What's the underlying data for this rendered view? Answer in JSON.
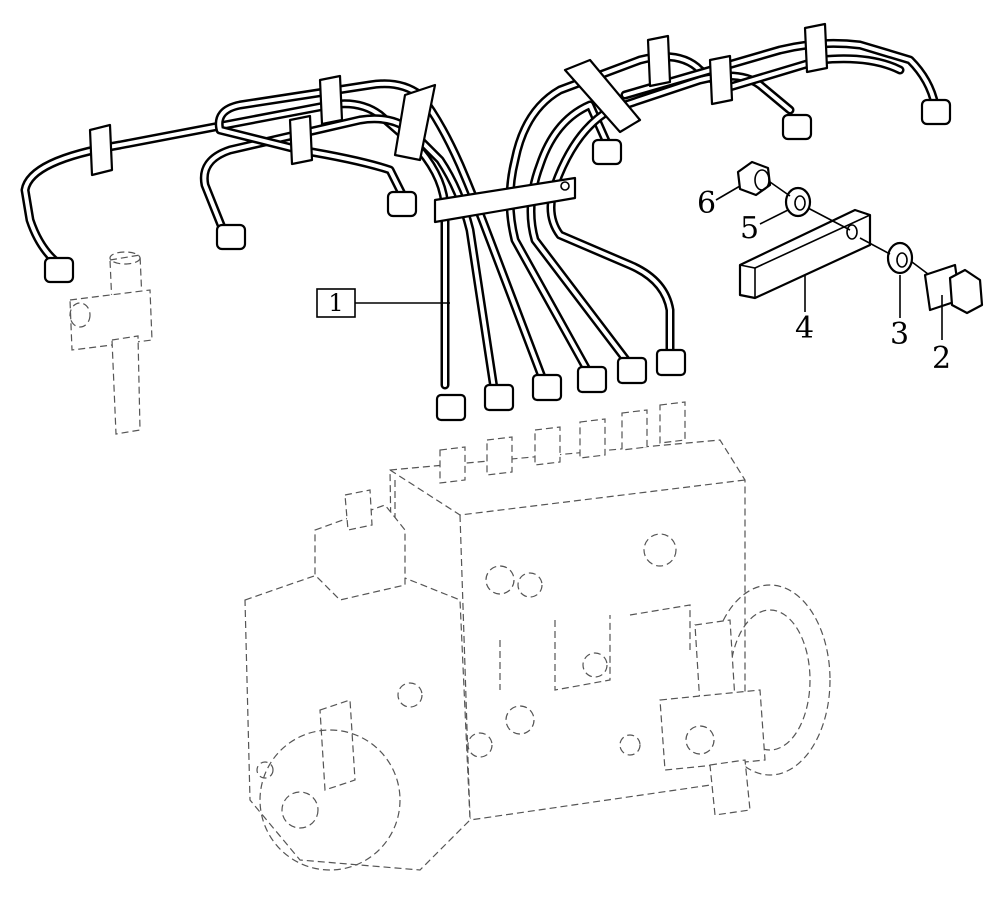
{
  "callouts": {
    "group_label": "1",
    "bolt": "2",
    "washer_lower": "3",
    "clamp_bar": "4",
    "washer_upper": "5",
    "nut": "6"
  }
}
